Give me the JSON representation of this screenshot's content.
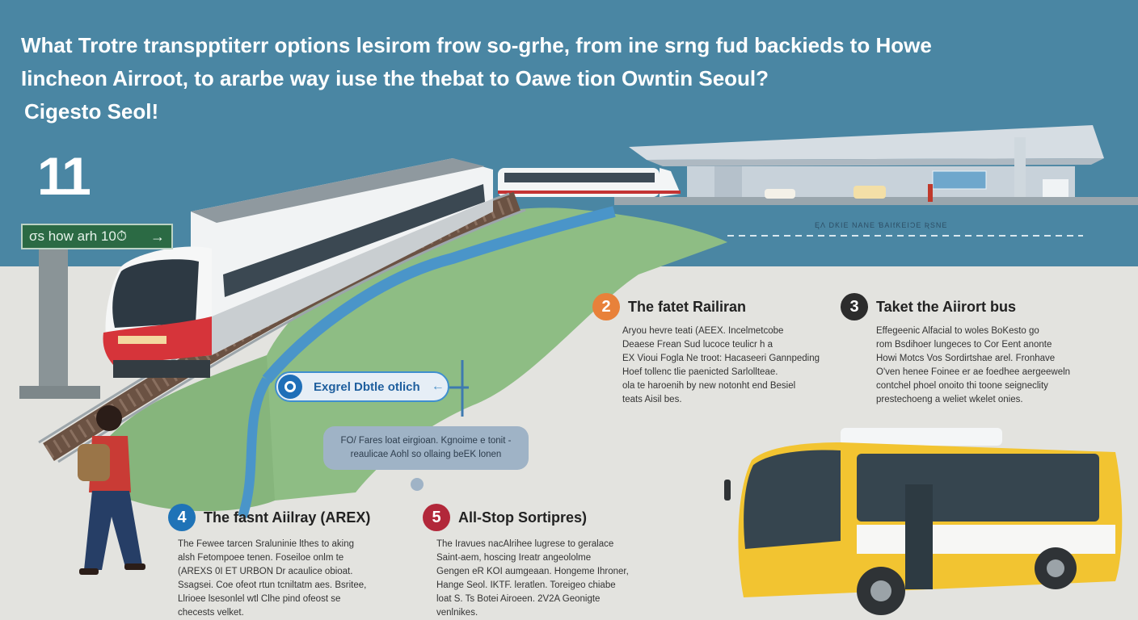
{
  "title": {
    "line1": "What Trotre transpptiterr options lesirom frow so-grhe, from ine srng fud backieds to Howe",
    "line2": "Iincheon Airroot, to ararbe way iuse the thebat to Oawe tion Owntin Seoul?",
    "line3": "Cigesto Seol!"
  },
  "step1": {
    "number": "11",
    "sign_text": "σs how arh 10⏱",
    "sign_arrow": "→"
  },
  "step2": {
    "number": "2",
    "heading": "The fatet Railiran",
    "body": "Aryou hevre teati (AEEX. Incelmetcobe\nDeaese Frean Sud lucoce teulicr h a\nEX Vioui Fogla Ne troot: Hacaseeri Gannpeding\nHoef tollenc tlie paenicted Sarlollteae.\nola te haroenih by new notonht end Besiel\nteats Aisil bes."
  },
  "step3": {
    "number": "3",
    "heading": "Taket the Aiirort bus",
    "body": "Effegeenic Alfacial to woles BoKesto go\nrom Bsdihoer lungeces to Cor Eent anonte\nHowi Motcs Vos Sordirtshae arel. Fronhave\nO'ven henee Foinee er ae foedhee aergeeweln\ncontchel phoel onoito thi toone seigneclity\nprestechoeng a weliet wkelet onies."
  },
  "step4": {
    "number": "4",
    "heading": "The fasnt Aiilray (AREX)",
    "body": "The Fewee tarcen Sraluninie lthes to aking\nalsh Fetompoee tenen. Foseiloe onlm te\n(AREXS 0I ET URBON Dr acaulice obioat.\nSsagsei. Coe ofeot rtun tcniltatm aes. Bsritee,\nLlrioee lsesonlel wtl Clhe pind ofeost se\nchecests velket."
  },
  "step5": {
    "number": "5",
    "heading": "All-Stop Sortipres)",
    "body": "The Iravues nacAlrihee lugrese to geralace\nSaint-aem, hoscing Ireatr angeololme\nGengen eR KOI aumgeaan. Hongeme Ihroner,\nHange Seol. IKTF. leratlen. Toreigeo chiabe\nloat S. Ts Botei Airoeen. 2V2A Geonigte\nvenlnikes."
  },
  "route_label": "Exgrel Dbtle otlich",
  "route_arrow": "←",
  "bubble_text": "FO/ Fares loat eirgioan. Kgnoime e tonit -\nreaulicae Aohl so ollaing beEK lonen",
  "road_text": "ĘɅ DƘIE NANE ƁAIƭƘEIƆE ƦSNE",
  "colors": {
    "sky": "#4a86a3",
    "ground": "#e3e3df",
    "step2_accent": "#e8813a",
    "step3_accent": "#2c2c2c",
    "step4_accent": "#1f73b7",
    "step5_accent": "#b2283a",
    "sign_green": "#2b6a44",
    "bus_yellow": "#f2c431"
  }
}
